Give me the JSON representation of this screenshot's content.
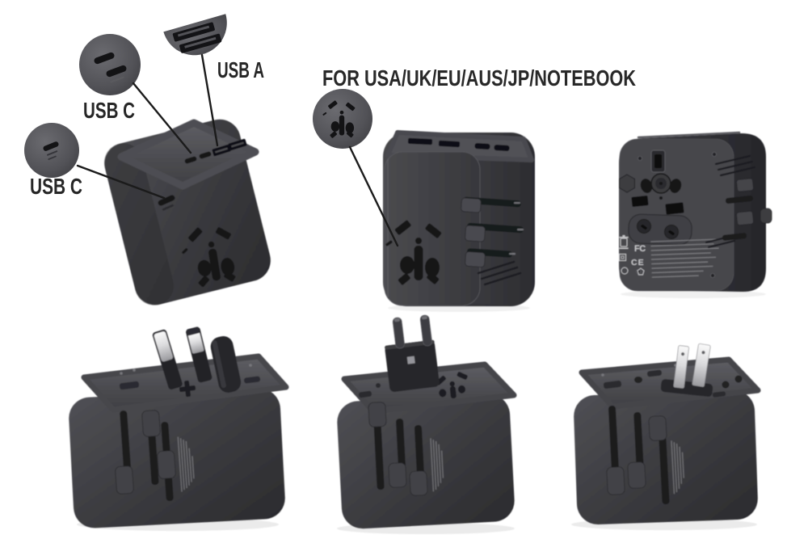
{
  "heading": {
    "compatibility": "FOR USA/UK/EU/AUS/JP/NOTEBOOK"
  },
  "callouts": {
    "usb_a": {
      "label": "USB A"
    },
    "usb_c_top": {
      "label": "USB C"
    },
    "usb_c_side": {
      "label": "USB C"
    }
  },
  "certifications": {
    "fcc": "FC",
    "ce": "CE"
  },
  "views": {
    "top_left": "angled-view-usb-ports",
    "top_center": "front-view-universal-socket",
    "top_right": "back-view-certifications",
    "bottom_left": "uk-plug-extended",
    "bottom_center": "eu-plug-extended",
    "bottom_right": "us-plug-extended"
  },
  "colors": {
    "background": "#ffffff",
    "adapter_body_dark": "#39393d",
    "adapter_body_light": "#55555a",
    "port_slot_dark": "#141416",
    "chrome_pin": "#e8e8ea",
    "label_text": "#262626",
    "callout_line": "#1b1b1b",
    "certification_text": "#c6c6c9"
  }
}
